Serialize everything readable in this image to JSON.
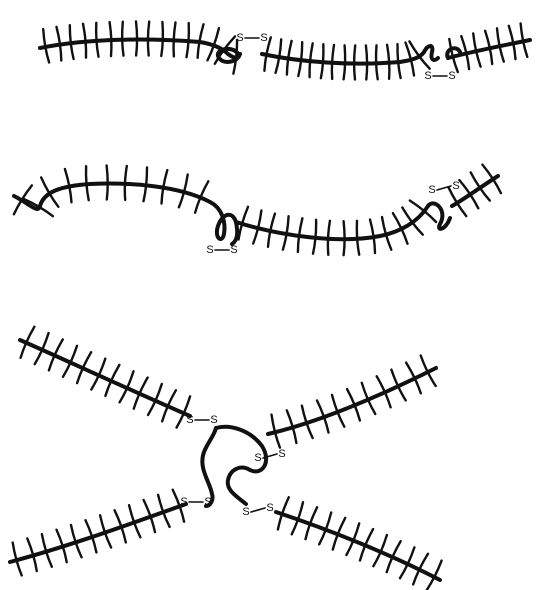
{
  "figure": {
    "title": "",
    "sulfur_symbol": "S",
    "panels": [
      {
        "description_key": "linear-brush-pair-top",
        "disulfide_links": 2
      },
      {
        "description_key": "linear-brush-pair-middle",
        "disulfide_links": 2
      },
      {
        "description_key": "four-arm-star",
        "disulfide_links": 4
      }
    ],
    "colors": {
      "ink": "#111111",
      "background": "#ffffff"
    }
  }
}
